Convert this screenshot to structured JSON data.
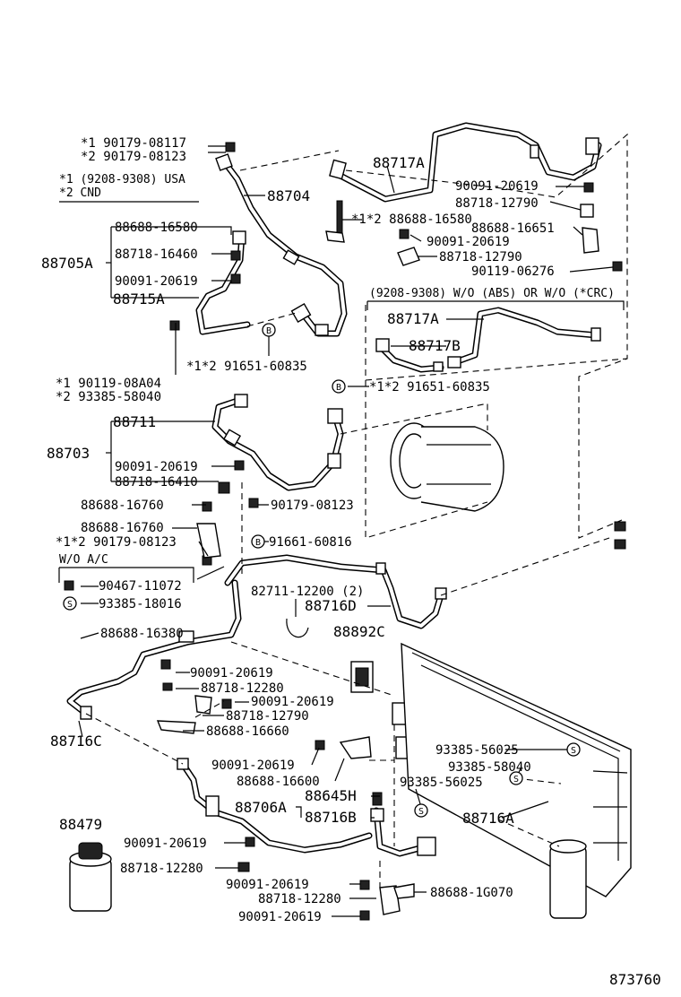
{
  "diagram_id": "873760",
  "notes": {
    "n1": "*1  (9208-9308) USA",
    "n2": "*2  CND",
    "range_wo_abs": "(9208-9308) W/O (ABS) OR  W/O (*CRC)",
    "wo_ac": "W/O A/C"
  },
  "labels": {
    "l01": "*1  90179-08117",
    "l02": "*2  90179-08123",
    "l03": "88704",
    "l04": "88717A",
    "l05": "90091-20619",
    "l06": "88718-12790",
    "l07": "88688-16651",
    "l08": "90119-06276",
    "l09": "*1*2 88688-16580",
    "l10": "90091-20619",
    "l11": "88718-12790",
    "l12": "88688-16580",
    "l13": "88718-16460",
    "l14": "90091-20619",
    "l15": "88715A",
    "l16": "88705A",
    "l17": "88717A",
    "l18": "88717B",
    "l19": "*1*2 91651-60835",
    "l20": "*1 90119-08A04",
    "l21": "*2 93385-58040",
    "l22": "*1*2 91651-60835",
    "l23": "88711",
    "l24": "88703",
    "l25": "90091-20619",
    "l26": "88718-16410",
    "l27": "88688-16760",
    "l28": "90179-08123",
    "l29": "88688-16760",
    "l30": "*1*2 90179-08123",
    "l31": "91661-60816",
    "l32": "90467-11072",
    "l33": "93385-18016",
    "l34": "82711-12200 (2)",
    "l35": "88716D",
    "l36": "88688-16380",
    "l37": "88892C",
    "l38": "90091-20619",
    "l39": "88718-12280",
    "l40": "90091-20619",
    "l41": "88718-12790",
    "l42": "88716C",
    "l43": "88688-16660",
    "l44": "90091-20619",
    "l45": "88688-16600",
    "l46": "93385-56025",
    "l47": "93385-58040",
    "l48": "93385-56025",
    "l49": "88645H",
    "l50": "88706A",
    "l51": "88716B",
    "l52": "88716A",
    "l53": "88479",
    "l54": "90091-20619",
    "l55": "88718-12280",
    "l56": "90091-20619",
    "l57": "88718-12280",
    "l58": "88688-1G070",
    "l59": "90091-20619"
  },
  "markers": {
    "b": "B",
    "s": "S"
  }
}
